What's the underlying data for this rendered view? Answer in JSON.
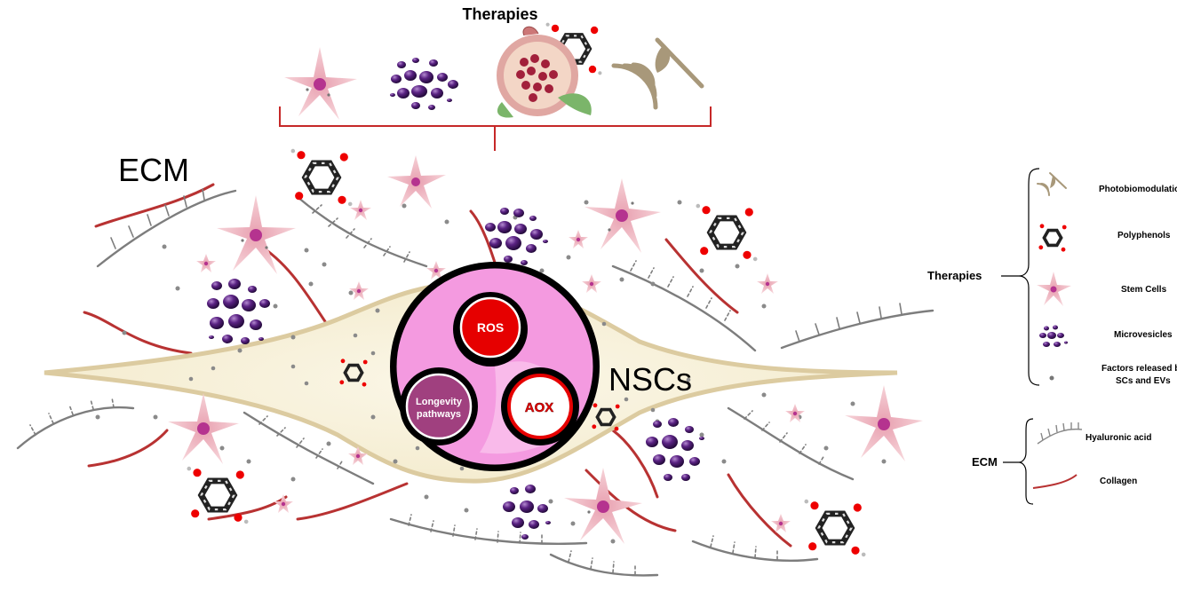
{
  "top": {
    "title": "Therapies"
  },
  "labels": {
    "ecm": "ECM",
    "nscs": "NSCs"
  },
  "nucleus": {
    "ros": "ROS",
    "aox": "AOX",
    "longevity_1": "Longevity",
    "longevity_2": "pathways"
  },
  "legend": {
    "therapies_heading": "Therapies",
    "therapies": [
      "Photobiomodulation",
      "Polyphenols",
      "Stem Cells",
      "Microvesicles"
    ],
    "factors_1": "Factors released by",
    "factors_2": "SCs and EVs",
    "ecm_heading": "ECM",
    "ecm_items": [
      "Hyaluronic acid",
      "Collagen"
    ]
  },
  "colors": {
    "collagen": "#b83232",
    "hyaluronic": "#7a7a7a",
    "cell_body": "#f7f1dc",
    "cell_border": "#dccba0",
    "stem": "#f4c2c8",
    "stem_core": "#b5338f",
    "vesicle": "#4b1a6e",
    "ros": "#e60000",
    "nucleus_pink": "#f49ae0",
    "longevity": "#a0407f",
    "bracket": "#c62828",
    "photo": "#a8987a"
  }
}
